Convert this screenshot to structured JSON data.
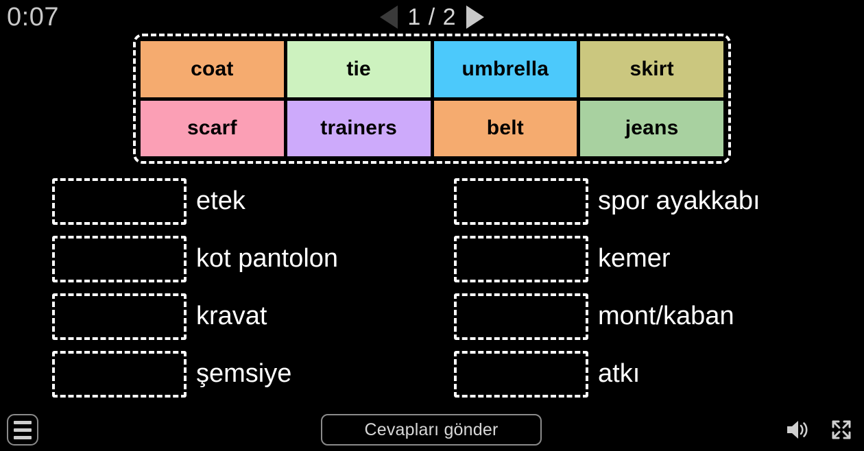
{
  "header": {
    "timer": "0:07",
    "pagination": {
      "prev_icon": "triangle-left-icon",
      "label": "1 / 2",
      "next_icon": "triangle-right-icon"
    }
  },
  "tile_bank": {
    "tiles": [
      {
        "label": "coat",
        "color": "#f5ab6f"
      },
      {
        "label": "tie",
        "color": "#cdf2bf"
      },
      {
        "label": "umbrella",
        "color": "#4cc9fb"
      },
      {
        "label": "skirt",
        "color": "#cbc77f"
      },
      {
        "label": "scarf",
        "color": "#fb9fb5"
      },
      {
        "label": "trainers",
        "color": "#cdaafb"
      },
      {
        "label": "belt",
        "color": "#f5ab6f"
      },
      {
        "label": "jeans",
        "color": "#a8d1a0"
      }
    ]
  },
  "answers": {
    "left_column": [
      {
        "dropzone_value": "",
        "label": "etek"
      },
      {
        "dropzone_value": "",
        "label": "kot pantolon"
      },
      {
        "dropzone_value": "",
        "label": "kravat"
      },
      {
        "dropzone_value": "",
        "label": "şemsiye"
      }
    ],
    "right_column": [
      {
        "dropzone_value": "",
        "label": "spor ayakkabı"
      },
      {
        "dropzone_value": "",
        "label": "kemer"
      },
      {
        "dropzone_value": "",
        "label": "mont/kaban"
      },
      {
        "dropzone_value": "",
        "label": "atkı"
      }
    ]
  },
  "footer": {
    "menu_icon": "hamburger-menu-icon",
    "submit_label": "Cevapları gönder",
    "sound_icon": "speaker-on-icon",
    "fullscreen_icon": "fullscreen-expand-icon"
  },
  "colors": {
    "background": "#000000",
    "text_primary": "#ffffff",
    "text_muted": "#c9c9c9",
    "border_muted": "#8b8b8b"
  }
}
